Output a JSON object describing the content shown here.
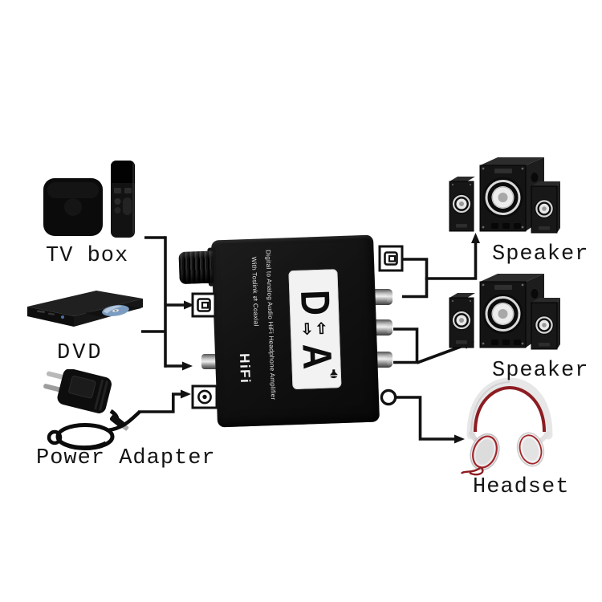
{
  "canvas": {
    "background": "#ffffff",
    "line_color": "#111111"
  },
  "devices": {
    "tv_box": {
      "label": "TV box"
    },
    "dvd": {
      "label": "DVD"
    },
    "power_adapter": {
      "label": "Power Adapter"
    },
    "speaker_top": {
      "label": "Speaker"
    },
    "speaker_bottom": {
      "label": "Speaker"
    },
    "headset": {
      "label": "Headset"
    }
  },
  "converter": {
    "logo_top": "D",
    "logo_arrows": "⇩⇧",
    "logo_bottom": "A",
    "brand": "HiFi",
    "description_line1": "Digital to Analog Audio HiFi Headphone Amplifier",
    "description_line2": "With Toslink ⇄ Coaxial",
    "body_color": "#131313",
    "label_background": "#f2f2f2",
    "accent_colors": {
      "metal_jack": "#c7c7c7",
      "headset_red": "#8c1d22"
    }
  },
  "ports": {
    "left": [
      "optical-input",
      "coaxial-input",
      "dc-power-input"
    ],
    "right": [
      "optical-output",
      "rca-output-1",
      "rca-output-2",
      "rca-output-3",
      "headphone-output"
    ]
  }
}
